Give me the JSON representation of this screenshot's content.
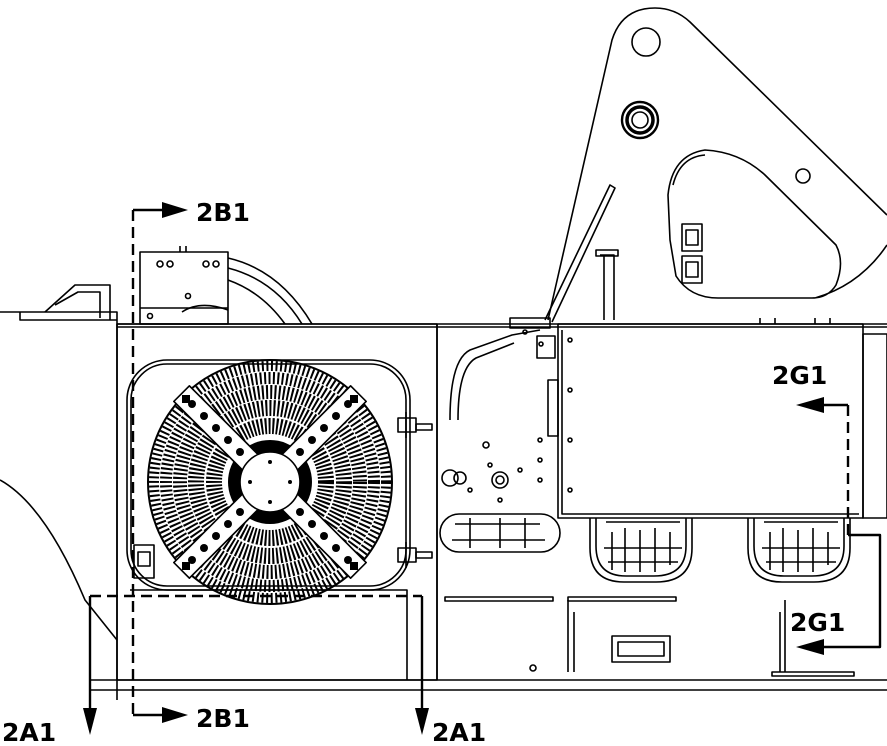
{
  "section_labels": {
    "b_top": "2B1",
    "b_bottom": "2B1",
    "a_left": "2A1",
    "a_right": "2A1",
    "g_top": "2G1",
    "g_bottom": "2G1"
  },
  "colors": {
    "line": "#000000",
    "background": "#ffffff"
  }
}
